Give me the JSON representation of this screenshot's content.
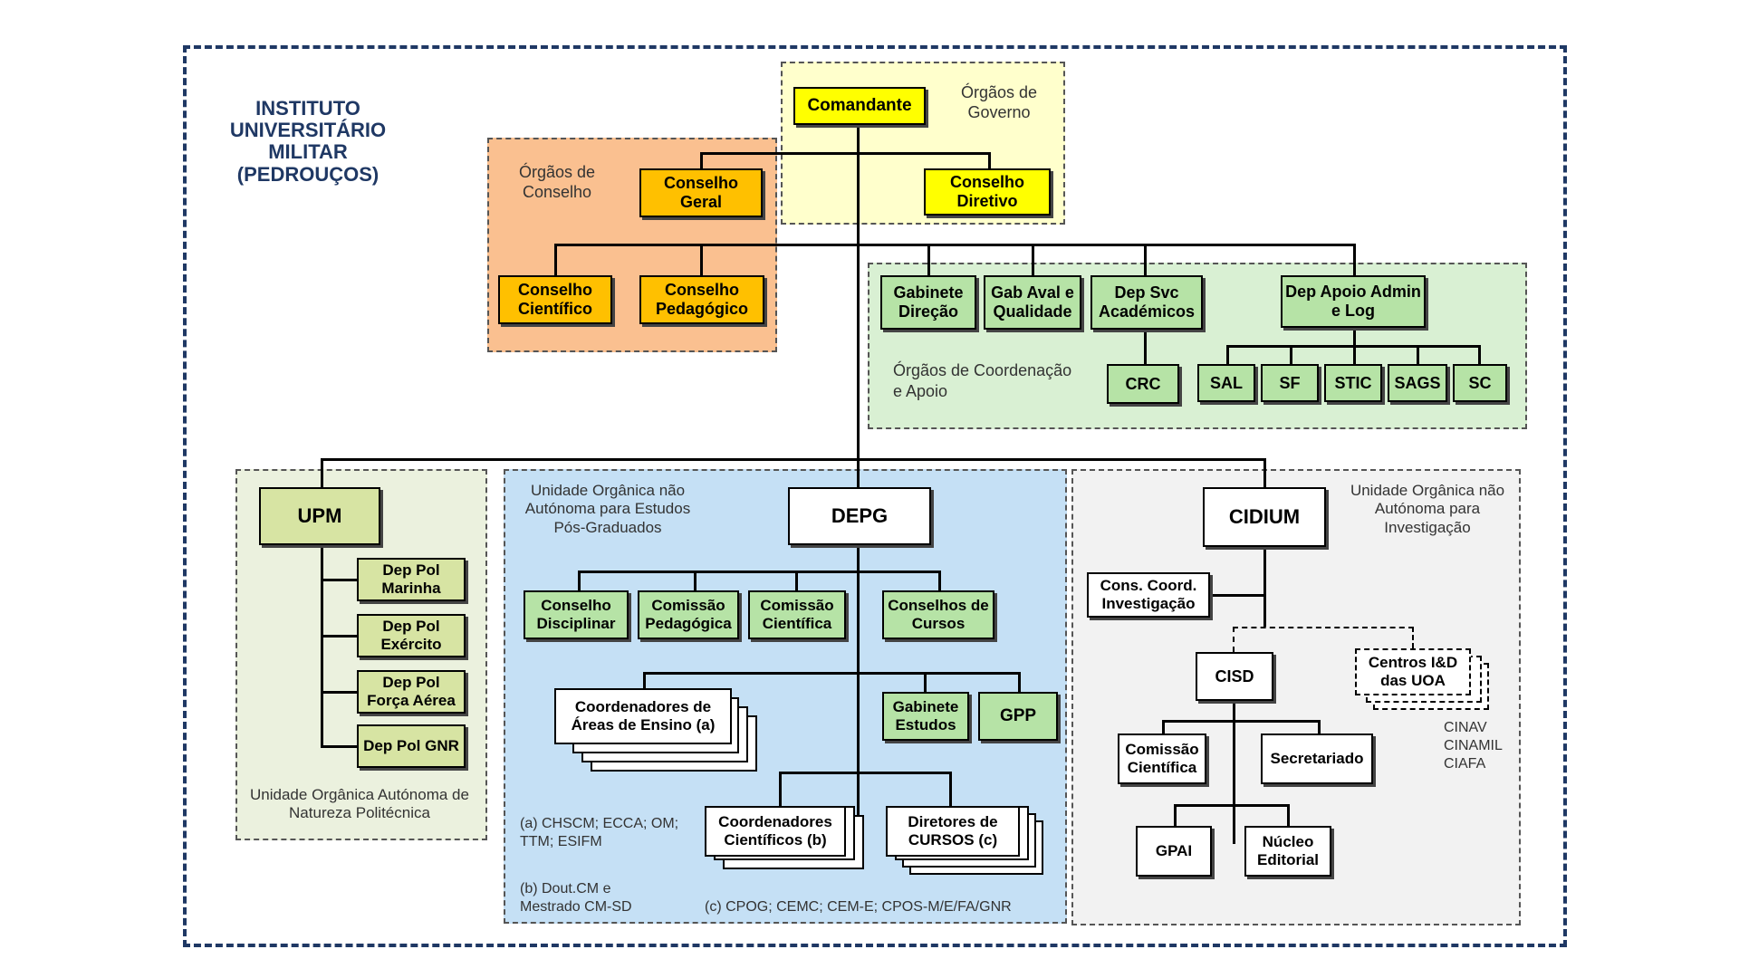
{
  "title": "INSTITUTO UNIVERSITÁRIO MILITAR (PEDROUÇOS)",
  "governo": {
    "label": "Órgãos de Governo",
    "comandante": "Comandante",
    "conselho_diretivo": "Conselho Diretivo"
  },
  "conselho": {
    "label": "Órgãos de Conselho",
    "conselho_geral": "Conselho Geral",
    "conselho_cientifico": "Conselho Científico",
    "conselho_pedagogico": "Conselho Pedagógico"
  },
  "coordenacao": {
    "label": "Órgãos de Coordenação e Apoio",
    "gabinete_direcao": "Gabinete Direção",
    "gab_aval": "Gab Aval e Qualidade",
    "dep_svc": "Dep Svc Académicos",
    "dep_apoio": "Dep Apoio Admin e Log",
    "crc": "CRC",
    "sal": "SAL",
    "sf": "SF",
    "stic": "STIC",
    "sags": "SAGS",
    "sc": "SC"
  },
  "upm": {
    "name": "UPM",
    "marinha": "Dep Pol Marinha",
    "exercito": "Dep Pol Exército",
    "forca_aerea": "Dep Pol Força Aérea",
    "gnr": "Dep Pol GNR",
    "label": "Unidade Orgânica Autónoma de Natureza Politécnica"
  },
  "depg": {
    "name": "DEPG",
    "label": "Unidade Orgânica não Autónoma para Estudos Pós-Graduados",
    "conselho_disciplinar": "Conselho Disciplinar",
    "comissao_pedagogica": "Comissão Pedagógica",
    "comissao_cientifica": "Comissão Científica",
    "conselhos_cursos": "Conselhos de Cursos",
    "coord_areas": "Coordenadores de Áreas de Ensino (a)",
    "gabinete_estudos": "Gabinete Estudos",
    "gpp": "GPP",
    "coord_cientificos": "Coordenadores Científicos (b)",
    "diretores_cursos": "Diretores de CURSOS (c)",
    "note_a": "(a) CHSCM; ECCA; OM; TTM; ESIFM",
    "note_b": "(b) Dout.CM e Mestrado CM-SD",
    "note_c": "(c) CPOG; CEMC; CEM-E; CPOS-M/E/FA/GNR"
  },
  "cidium": {
    "name": "CIDIUM",
    "label": "Unidade Orgânica não Autónoma para Investigação",
    "cons_coord": "Cons. Coord. Investigação",
    "cisd": "CISD",
    "centros": "Centros I&D das UOA",
    "centros_list": "CINAV CINAMIL CIAFA",
    "comissao_cientifica": "Comissão Científica",
    "secretariado": "Secretariado",
    "gpai": "GPAI",
    "nucleo": "Núcleo Editorial"
  },
  "colors": {
    "frame": "#1f3864",
    "governo_bg": "#ffffcc",
    "conselho_bg": "#fac090",
    "coordenacao_bg": "#d9f0d3",
    "upm_bg": "#ebf1de",
    "depg_bg": "#c5e0f5",
    "cidium_bg": "#f2f2f2"
  }
}
